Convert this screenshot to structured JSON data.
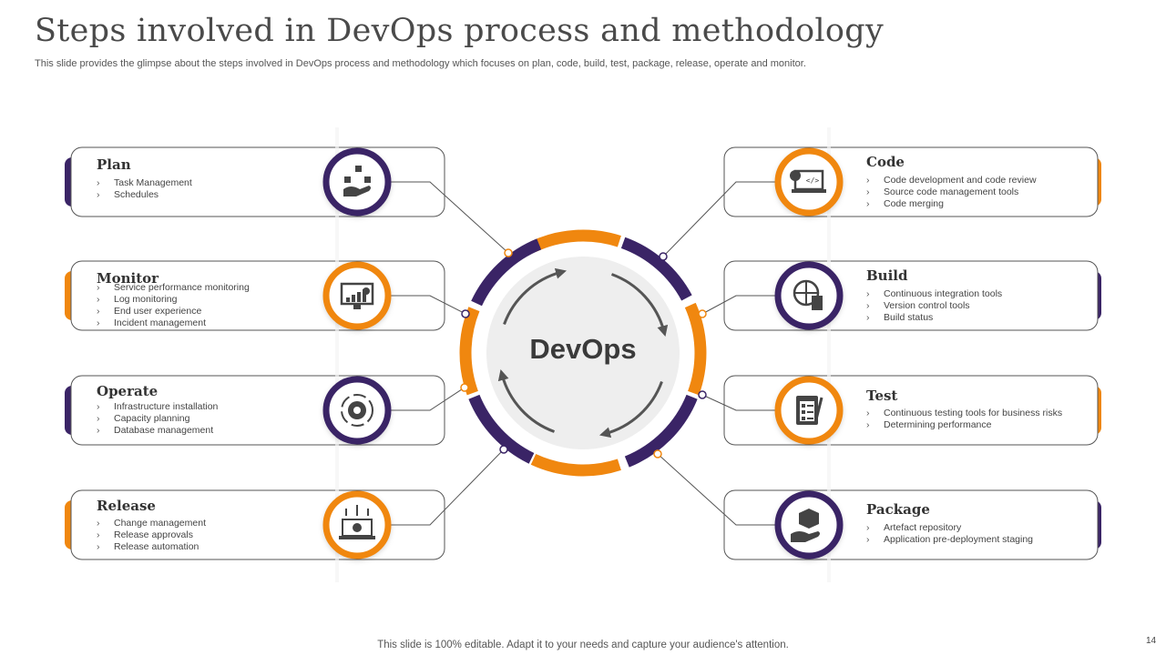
{
  "header": {
    "title": "Steps involved in DevOps process and methodology",
    "subtitle": "This slide provides the glimpse about the steps involved in DevOps process and methodology which focuses on plan, code, build, test, package, release, operate and monitor."
  },
  "center": {
    "label": "DevOps"
  },
  "colors": {
    "purple": "#3a2466",
    "orange": "#f0870f",
    "line": "#555555"
  },
  "steps_left": [
    {
      "title": "Plan",
      "items": [
        "Task Management",
        "Schedules"
      ],
      "color": "purple",
      "icon": "hand-flowchart-icon"
    },
    {
      "title": "Monitor",
      "items": [
        "Service performance monitoring",
        "Log monitoring",
        "End user experience",
        "Incident management"
      ],
      "color": "orange",
      "icon": "dashboard-monitor-icon"
    },
    {
      "title": "Operate",
      "items": [
        "Infrastructure installation",
        "Capacity planning",
        "Database management"
      ],
      "color": "purple",
      "icon": "gear-cycle-icon"
    },
    {
      "title": "Release",
      "items": [
        "Change management",
        "Release approvals",
        "Release automation"
      ],
      "color": "orange",
      "icon": "laptop-gear-icon"
    }
  ],
  "steps_right": [
    {
      "title": "Code",
      "items": [
        "Code development and code review",
        "Source code management tools",
        "Code merging"
      ],
      "color": "orange",
      "icon": "code-laptop-icon"
    },
    {
      "title": "Build",
      "items": [
        "Continuous integration tools",
        "Version control tools",
        "Build status"
      ],
      "color": "purple",
      "icon": "globe-building-icon"
    },
    {
      "title": "Test",
      "items": [
        "Continuous testing tools for business risks",
        "Determining performance"
      ],
      "color": "orange",
      "icon": "clipboard-checklist-icon"
    },
    {
      "title": "Package",
      "items": [
        "Artefact repository",
        "Application pre-deployment staging"
      ],
      "color": "purple",
      "icon": "hand-box-icon"
    }
  ],
  "footer": {
    "note": "This slide is 100% editable. Adapt it to your needs and capture your audience's attention.",
    "page": "14"
  }
}
